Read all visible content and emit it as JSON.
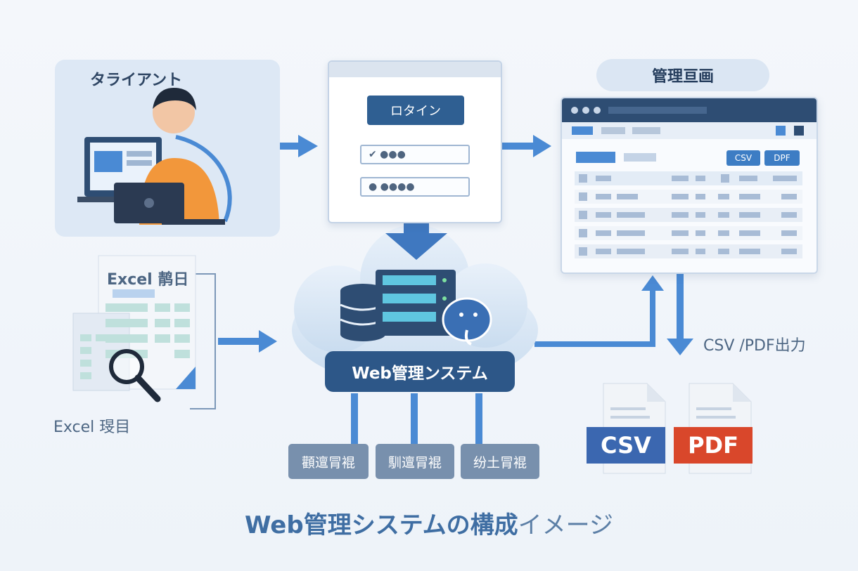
{
  "client": {
    "title": "タライアント"
  },
  "login": {
    "button": "ロタイン",
    "field1": "✔ ●●●",
    "field2": "● ●●●●"
  },
  "admin": {
    "title": "管理亘画",
    "csv_button": "CSV",
    "pdf_button": "DPF"
  },
  "excel": {
    "title": "Excel 䴖日",
    "subtitle": "Excel 琝目"
  },
  "system": {
    "label": "Web管理ンステム"
  },
  "modules": [
    "顴邅冐裩",
    "馴邅冐裩",
    "纷土冐裩"
  ],
  "output": {
    "label": "CSV /PDF出力",
    "csv": "CSV",
    "pdf": "PDF"
  },
  "caption": {
    "main": "Web管理システムの構成",
    "light": "イメージ"
  },
  "colors": {
    "accent": "#3d7dc4",
    "navy": "#2d5788",
    "csv": "#3b67b0",
    "pdf": "#d9472b"
  }
}
